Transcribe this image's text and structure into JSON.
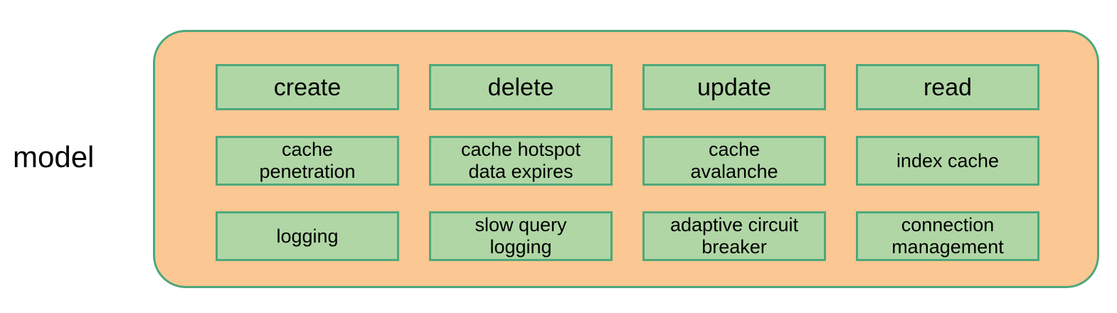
{
  "diagram": {
    "layer_label": "model",
    "container_fill": "#fbc792",
    "container_border": "#4ea87b",
    "box_fill": "#b0d6a5",
    "box_border": "#4ea87b",
    "rows": [
      {
        "name": "crud-operations",
        "cells": [
          {
            "label": "create"
          },
          {
            "label": "delete"
          },
          {
            "label": "update"
          },
          {
            "label": "read"
          }
        ]
      },
      {
        "name": "cache-concerns",
        "cells": [
          {
            "label": "cache\npenetration"
          },
          {
            "label": "cache hotspot\ndata expires"
          },
          {
            "label": "cache\navalanche"
          },
          {
            "label": "index cache"
          }
        ]
      },
      {
        "name": "reliability-concerns",
        "cells": [
          {
            "label": "logging"
          },
          {
            "label": "slow query\nlogging"
          },
          {
            "label": "adaptive circuit\nbreaker"
          },
          {
            "label": "connection\nmanagement"
          }
        ]
      }
    ]
  }
}
